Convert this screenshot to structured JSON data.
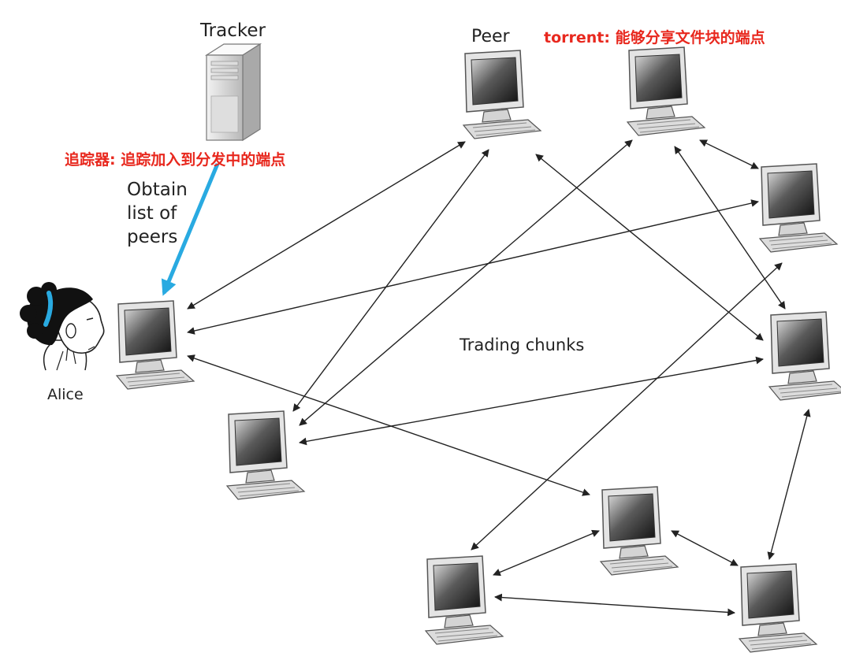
{
  "labels": {
    "tracker": "Tracker",
    "peer": "Peer",
    "torrent_desc": "torrent: 能够分享文件块的端点",
    "tracker_desc": "追踪器: 追踪加入到分发中的端点",
    "obtain_list": [
      "Obtain",
      "list of",
      "peers"
    ],
    "trading_chunks": "Trading chunks",
    "alice": "Alice"
  },
  "colors": {
    "annotation": "#e8281e",
    "tracker_arrow": "#29aae1",
    "link": "#222222"
  },
  "icons": {
    "tracker": "server-tower-icon",
    "peer": "desktop-computer-icon",
    "alice": "person-head-icon"
  }
}
